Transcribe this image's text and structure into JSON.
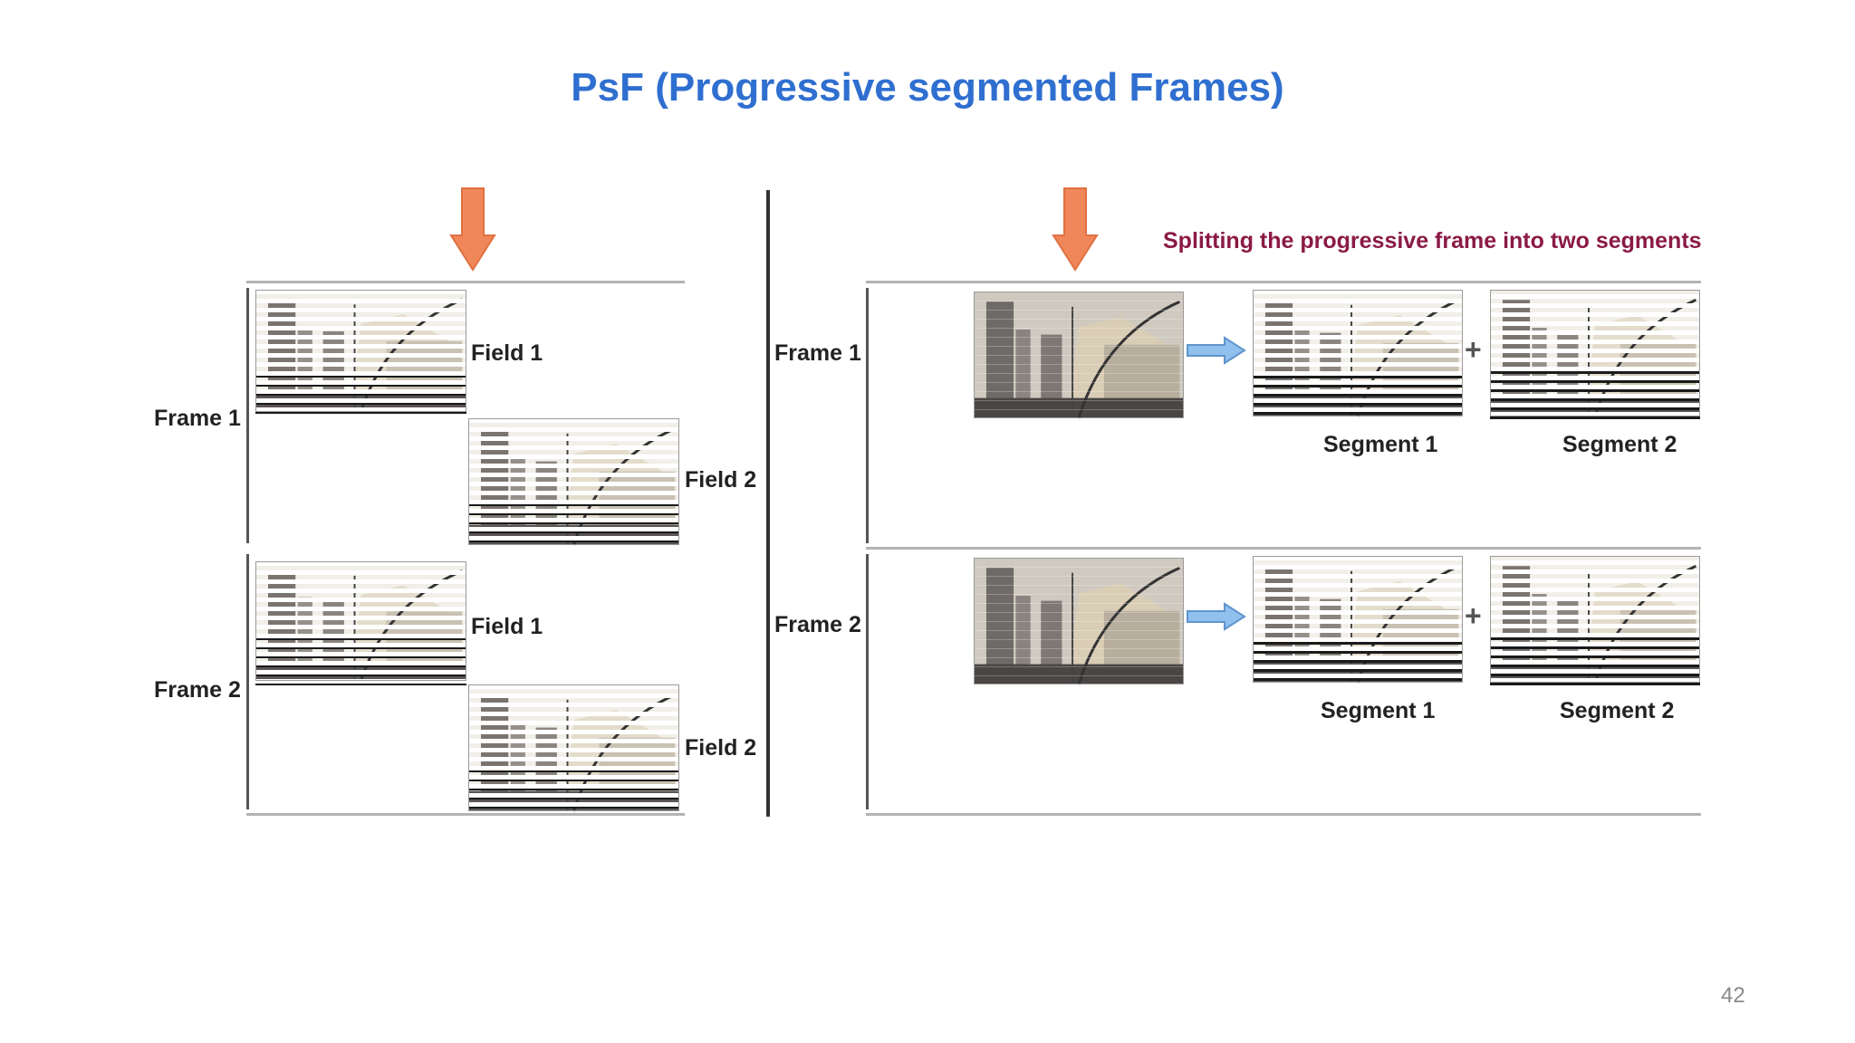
{
  "title": "PsF (Progressive segmented Frames)",
  "page_number": "42",
  "annotation": "Splitting the progressive frame into two segments",
  "left": {
    "frame1_label": "Frame 1",
    "frame2_label": "Frame 2",
    "field1_label": "Field 1",
    "field2_label": "Field 2"
  },
  "right": {
    "frame1_label": "Frame 1",
    "frame2_label": "Frame 2",
    "segment1_label": "Segment 1",
    "segment2_label": "Segment 2",
    "plus": "+"
  },
  "colors": {
    "title": "#2f6fd0",
    "annotation": "#8b1a45",
    "down_arrow": "#f0875a",
    "right_arrow": "#8fc0ee"
  },
  "icons": {
    "down_arrow": "down-arrow-icon",
    "right_arrow": "right-arrow-icon"
  }
}
